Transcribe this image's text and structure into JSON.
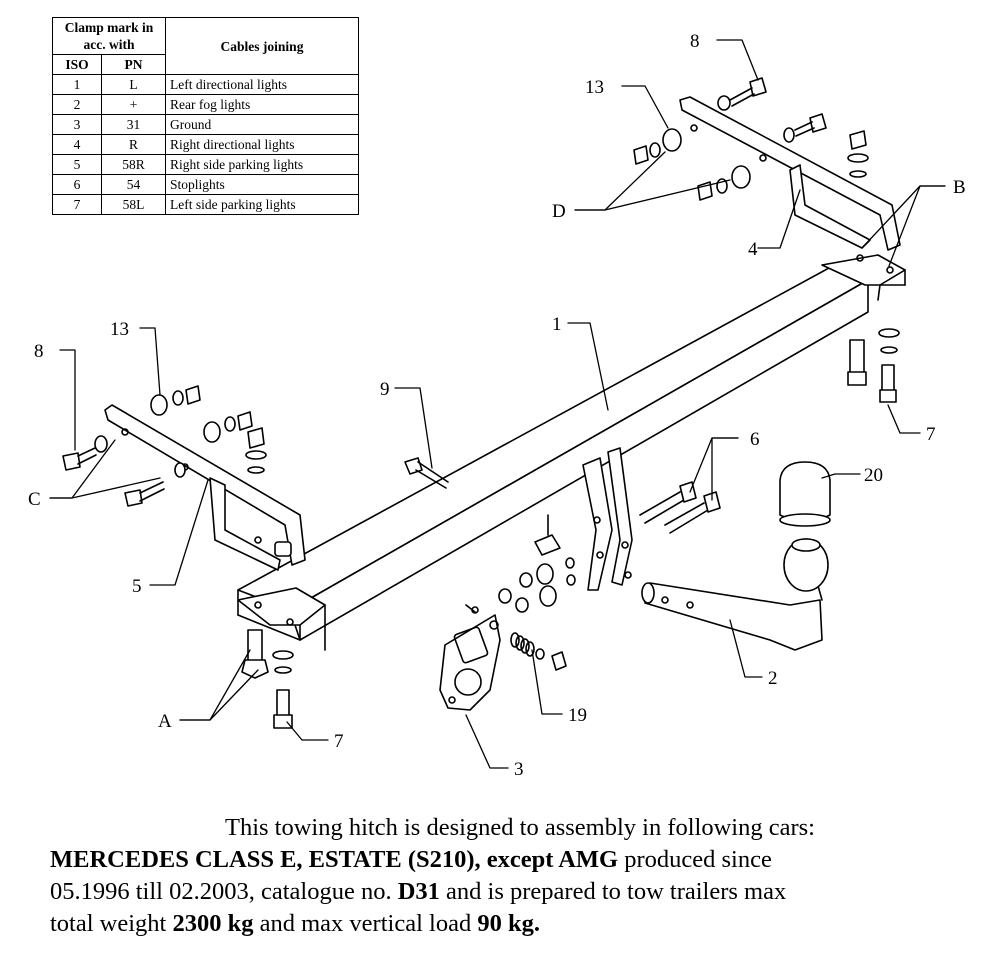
{
  "table": {
    "header_clamp": "Clamp mark in acc. with",
    "header_cables": "Cables joining",
    "col_iso": "ISO",
    "col_pn": "PN",
    "rows": [
      {
        "iso": "1",
        "pn": "L",
        "desc": "Left directional lights"
      },
      {
        "iso": "2",
        "pn": "+",
        "desc": "Rear fog lights"
      },
      {
        "iso": "3",
        "pn": "31",
        "desc": "Ground"
      },
      {
        "iso": "4",
        "pn": "R",
        "desc": "Right directional lights"
      },
      {
        "iso": "5",
        "pn": "58R",
        "desc": "Right side parking lights"
      },
      {
        "iso": "6",
        "pn": "54",
        "desc": "Stoplights"
      },
      {
        "iso": "7",
        "pn": "58L",
        "desc": "Left side parking lights"
      }
    ]
  },
  "callouts": {
    "c1": "1",
    "c2": "2",
    "c3": "3",
    "c4": "4",
    "c5": "5",
    "c6": "6",
    "c7a": "7",
    "c7b": "7",
    "c8a": "8",
    "c8b": "8",
    "c9": "9",
    "c13a": "13",
    "c13b": "13",
    "c19": "19",
    "c20": "20",
    "cA": "A",
    "cB": "B",
    "cC": "C",
    "cD": "D"
  },
  "caption": {
    "line1": "This towing hitch is designed to assembly in following cars:",
    "model": "MERCEDES CLASS E, ESTATE (S210), except AMG",
    "produced": " produced since",
    "dates": "05.1996 till 02.2003, catalogue no. ",
    "catalogue": "D31",
    "prepared": " and is prepared to tow trailers max",
    "total_weight_pre": "total weight ",
    "total_weight": "2300 kg",
    "vertical_pre": " and max vertical load ",
    "vertical_load": "90 kg."
  }
}
